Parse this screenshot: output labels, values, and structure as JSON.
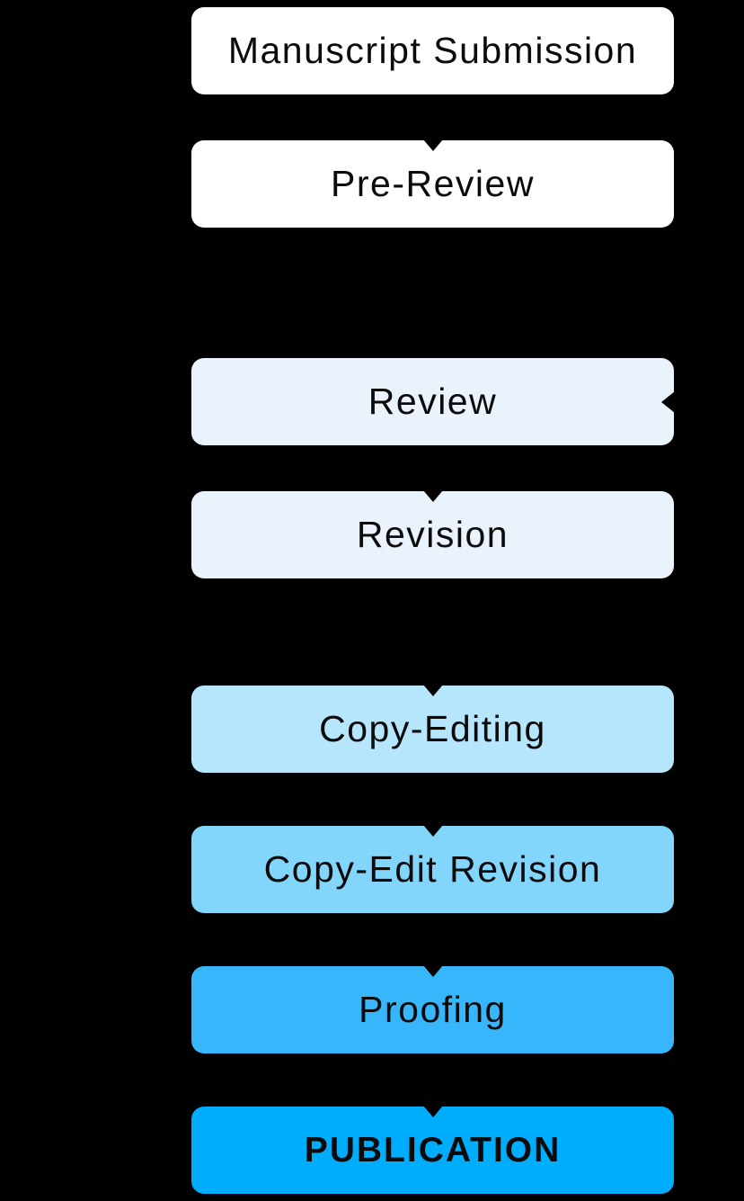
{
  "diagram": {
    "type": "flowchart",
    "direction": "top-to-bottom",
    "colors": {
      "background": "#000000",
      "text": "#0B0B0B",
      "arrowhead": "#000000"
    },
    "stages": [
      {
        "label": "Manuscript Submission",
        "fill": "#FFFFFF",
        "incoming_arrow": "none"
      },
      {
        "label": "Pre-Review",
        "fill": "#FFFFFF",
        "incoming_arrow": "top"
      },
      {
        "label": "Review",
        "fill": "#EAF3FB",
        "incoming_arrow": "right"
      },
      {
        "label": "Revision",
        "fill": "#EAF3FB",
        "incoming_arrow": "top"
      },
      {
        "label": "Copy-Editing",
        "fill": "#B5E6FC",
        "incoming_arrow": "top"
      },
      {
        "label": "Copy-Edit Revision",
        "fill": "#82D5FB",
        "incoming_arrow": "top"
      },
      {
        "label": "Proofing",
        "fill": "#38B6FC",
        "incoming_arrow": "top"
      },
      {
        "label": "PUBLICATION",
        "fill": "#00ACFC",
        "incoming_arrow": "top",
        "emphasis": "bold"
      }
    ]
  }
}
